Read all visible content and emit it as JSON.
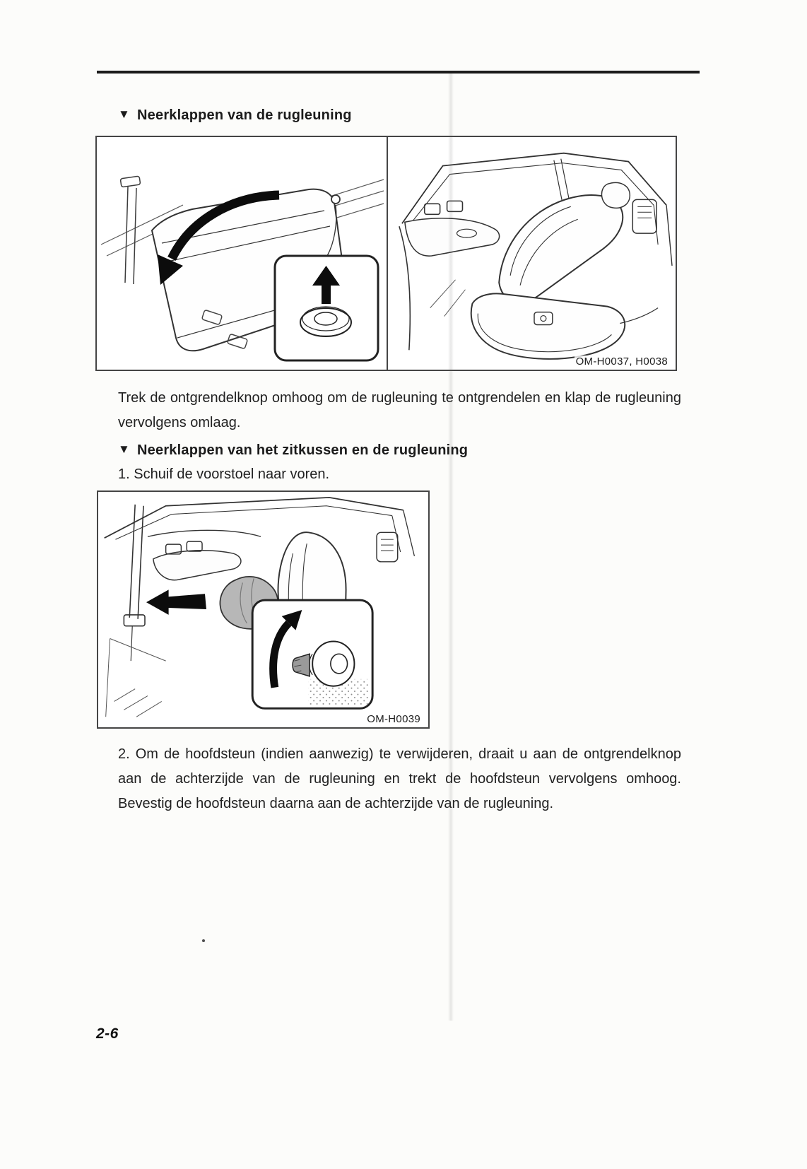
{
  "icons": {
    "section_marker": "▼"
  },
  "sections": [
    {
      "heading": "Neerklappen van de rugleuning",
      "body": "Trek de ontgrendelknop omhoog om de rugleuning te ontgrendelen en klap de rugleuning vervolgens omlaag."
    },
    {
      "heading": "Neerklappen van het zitkussen en de rugleuning",
      "steps": [
        "1. Schuif de voorstoel naar voren.",
        "2. Om de hoofdsteun (indien aanwezig) te verwijderen, draait u aan de ontgrendelknop aan de achterzijde van de rugleuning en trekt de hoofdsteun vervolgens omhoog. Bevestig de hoofdsteun daarna aan de achterzijde van de rugleuning."
      ]
    }
  ],
  "figures": {
    "fig1_caption": "OM-H0037, H0038",
    "fig2_caption": "OM-H0039"
  },
  "footer": {
    "page_number": "2-6"
  }
}
